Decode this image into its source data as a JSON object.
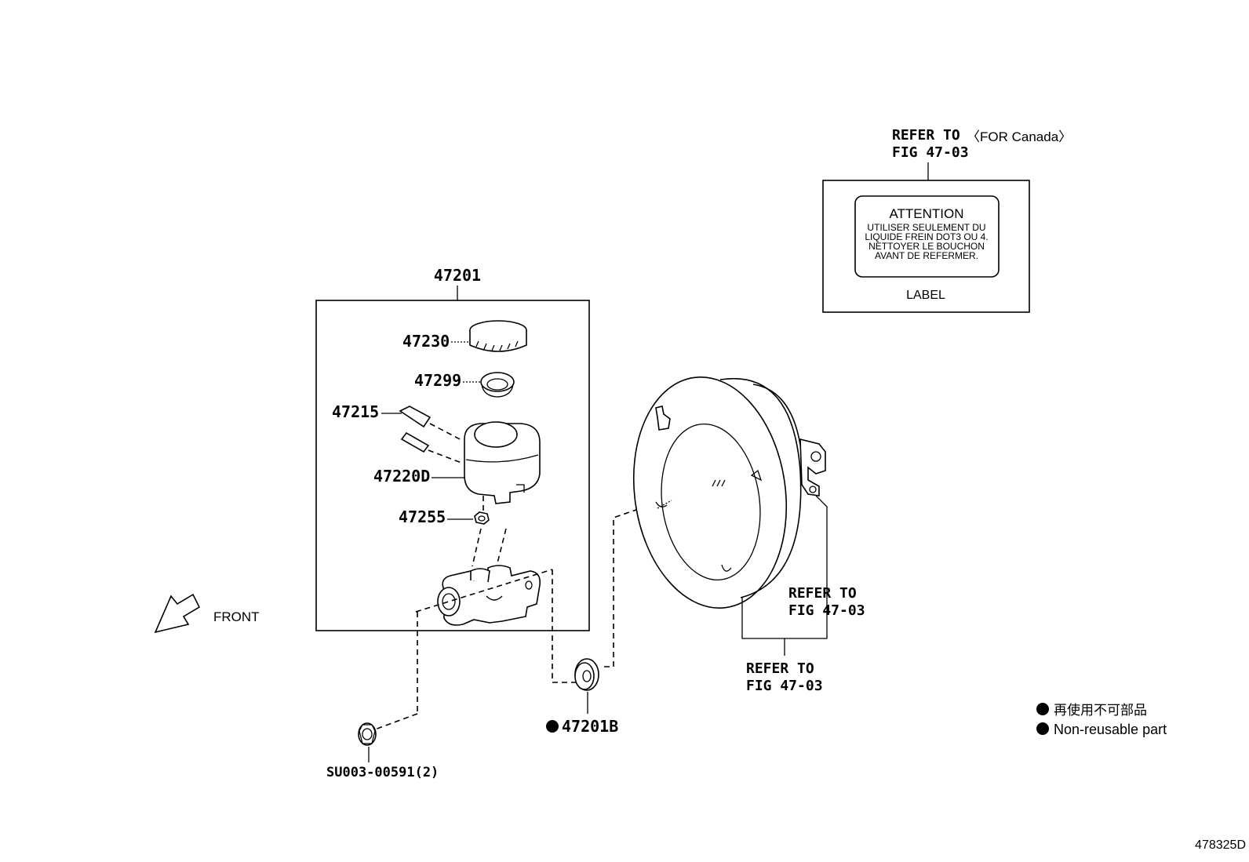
{
  "diagram_id": "478325D",
  "parts": {
    "assembly": "47201",
    "cap": "47230",
    "strainer": "47299",
    "pin": "47215",
    "reservoir": "47220D",
    "nut": "47255",
    "gasket": "47201B",
    "flange_nut": "SU003-00591(2)"
  },
  "references": {
    "top_refer": "REFER TO",
    "top_for": "〈FOR Canada〉",
    "top_fig": "FIG 47-03",
    "right_refer": "REFER TO",
    "right_fig": "FIG 47-03",
    "bottom_refer": "REFER TO",
    "bottom_fig": "FIG 47-03"
  },
  "label_box": {
    "heading": "ATTENTION",
    "line1": "UTILISER SEULEMENT DU",
    "line2": "LIQUIDE FREIN DOT3 OU 4.",
    "line3": "NETTOYER LE BOUCHON",
    "line4": "AVANT DE REFERMER.",
    "caption": "LABEL"
  },
  "front_label": "FRONT",
  "legend": {
    "jp": "再使用不可部品",
    "en": "Non-reusable part"
  },
  "icons": {
    "front_arrow": "front-arrow-icon",
    "bullet": "filled-circle-icon"
  }
}
